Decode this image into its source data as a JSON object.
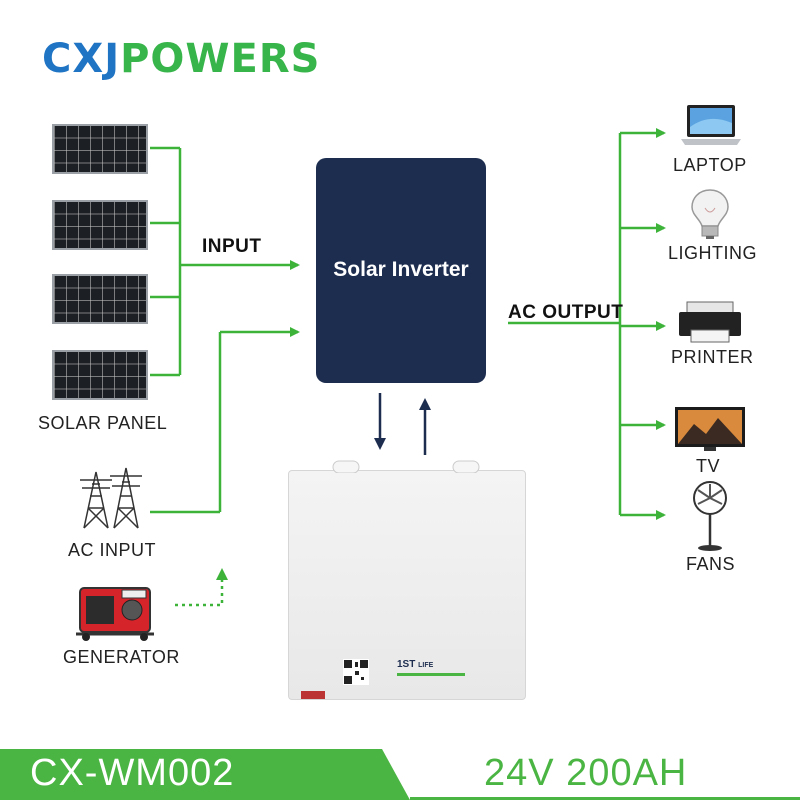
{
  "brand": {
    "part1": "CXJ",
    "part2": "POWERS"
  },
  "inputs": {
    "heading": "INPUT",
    "solar_label": "SOLAR PANEL",
    "ac_label": "AC INPUT",
    "generator_label": "GENERATOR"
  },
  "inverter": {
    "label": "Solar Inverter"
  },
  "outputs": {
    "heading": "AC OUTPUT",
    "items": [
      "LAPTOP",
      "LIGHTING",
      "PRINTER",
      "TV",
      "FANS"
    ]
  },
  "battery": {
    "brand": "1ST",
    "brand_suffix": "LIFE"
  },
  "footer": {
    "model": "CX-WM002",
    "spec": "24V  200AH"
  },
  "colors": {
    "green": "#3db33a",
    "navy": "#1d2d4f",
    "blue": "#1f74c4",
    "footer_green": "#4bb543"
  }
}
